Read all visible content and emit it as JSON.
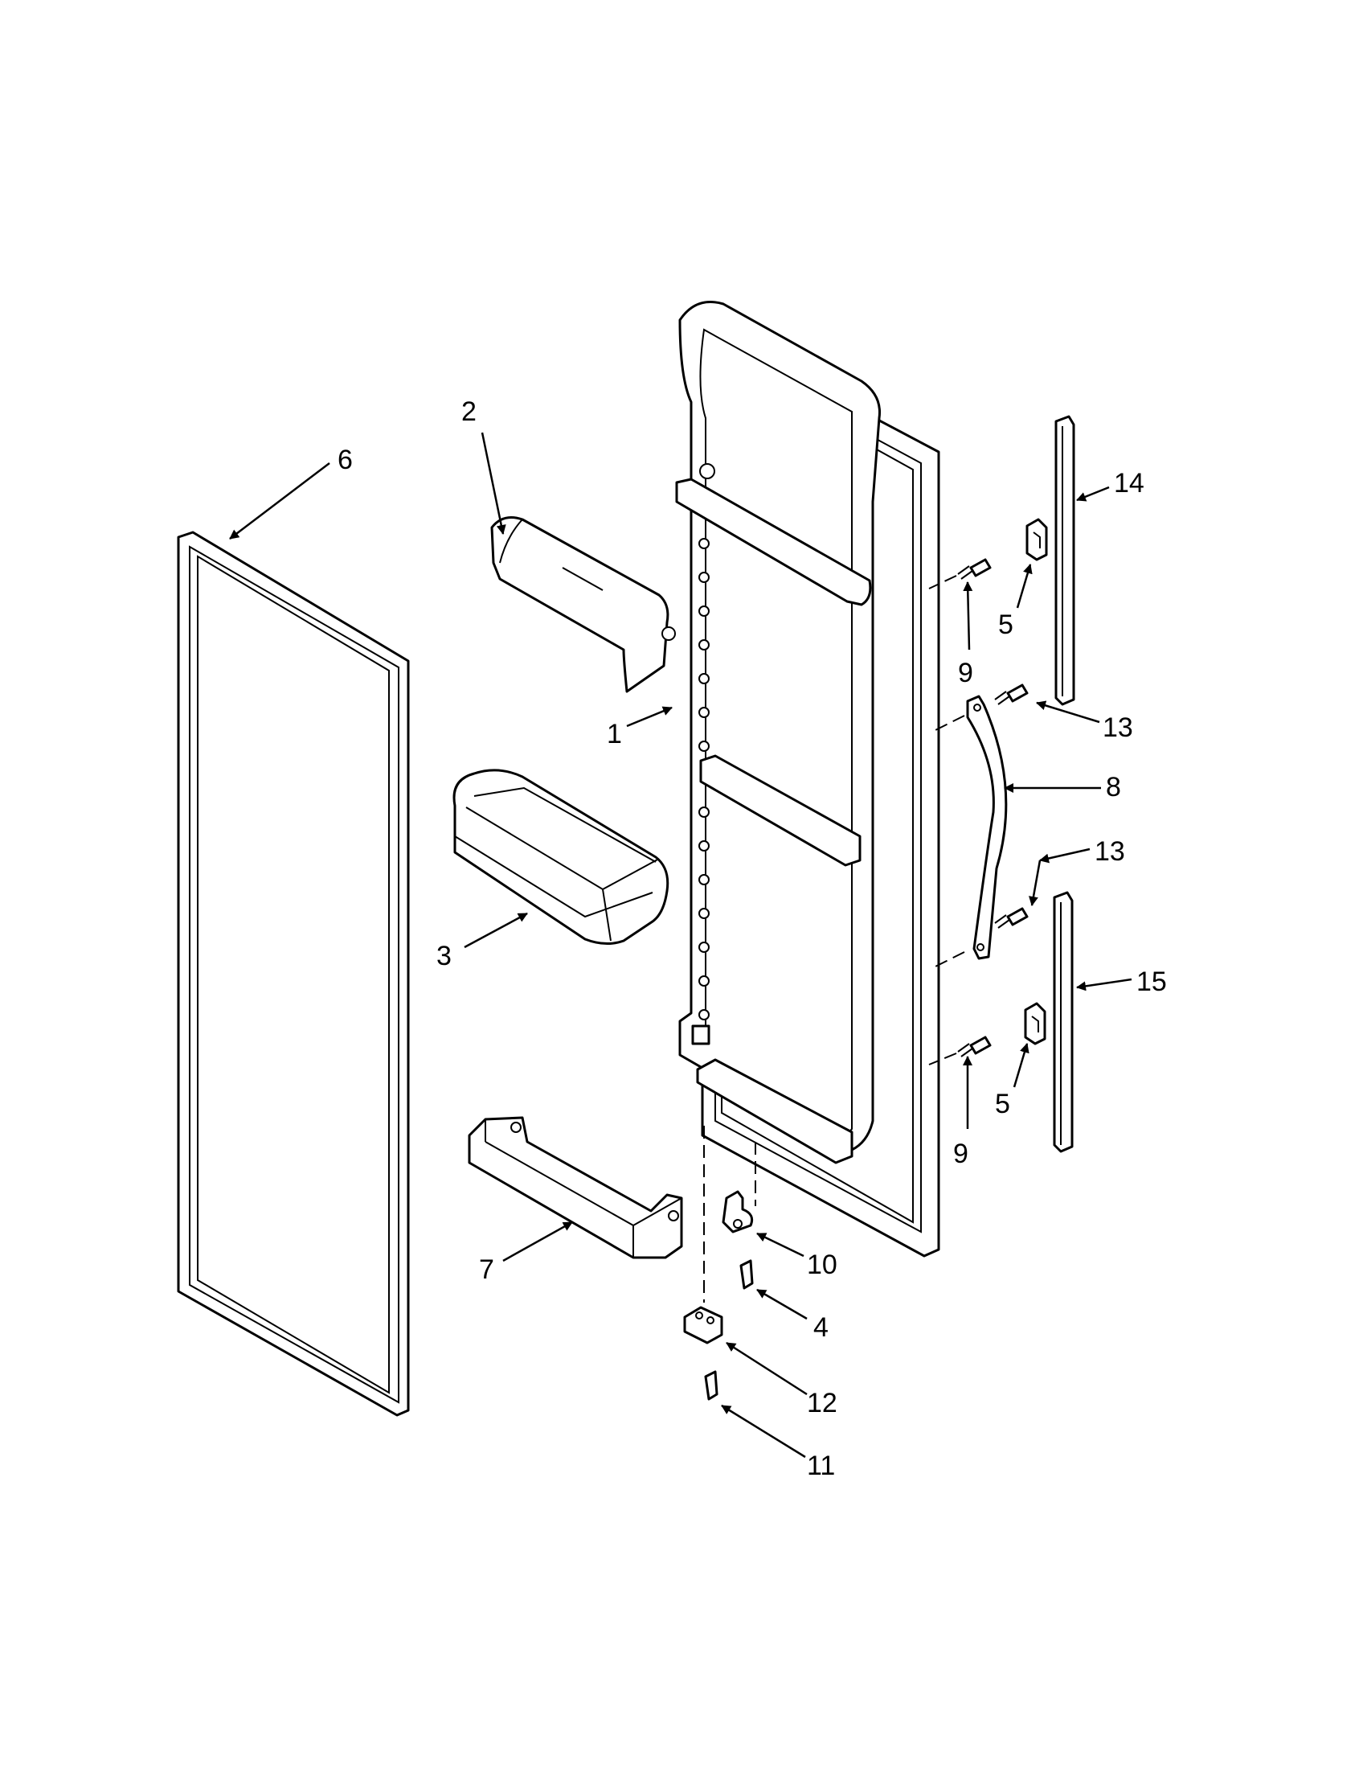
{
  "callouts": {
    "c1": "1",
    "c2": "2",
    "c3": "3",
    "c4": "4",
    "c5a": "5",
    "c5b": "5",
    "c6": "6",
    "c7": "7",
    "c8": "8",
    "c9a": "9",
    "c9b": "9",
    "c10": "10",
    "c11": "11",
    "c12": "12",
    "c13a": "13",
    "c13b": "13",
    "c14": "14",
    "c15": "15"
  },
  "colors": {
    "line": "#000000",
    "background": "#ffffff"
  }
}
